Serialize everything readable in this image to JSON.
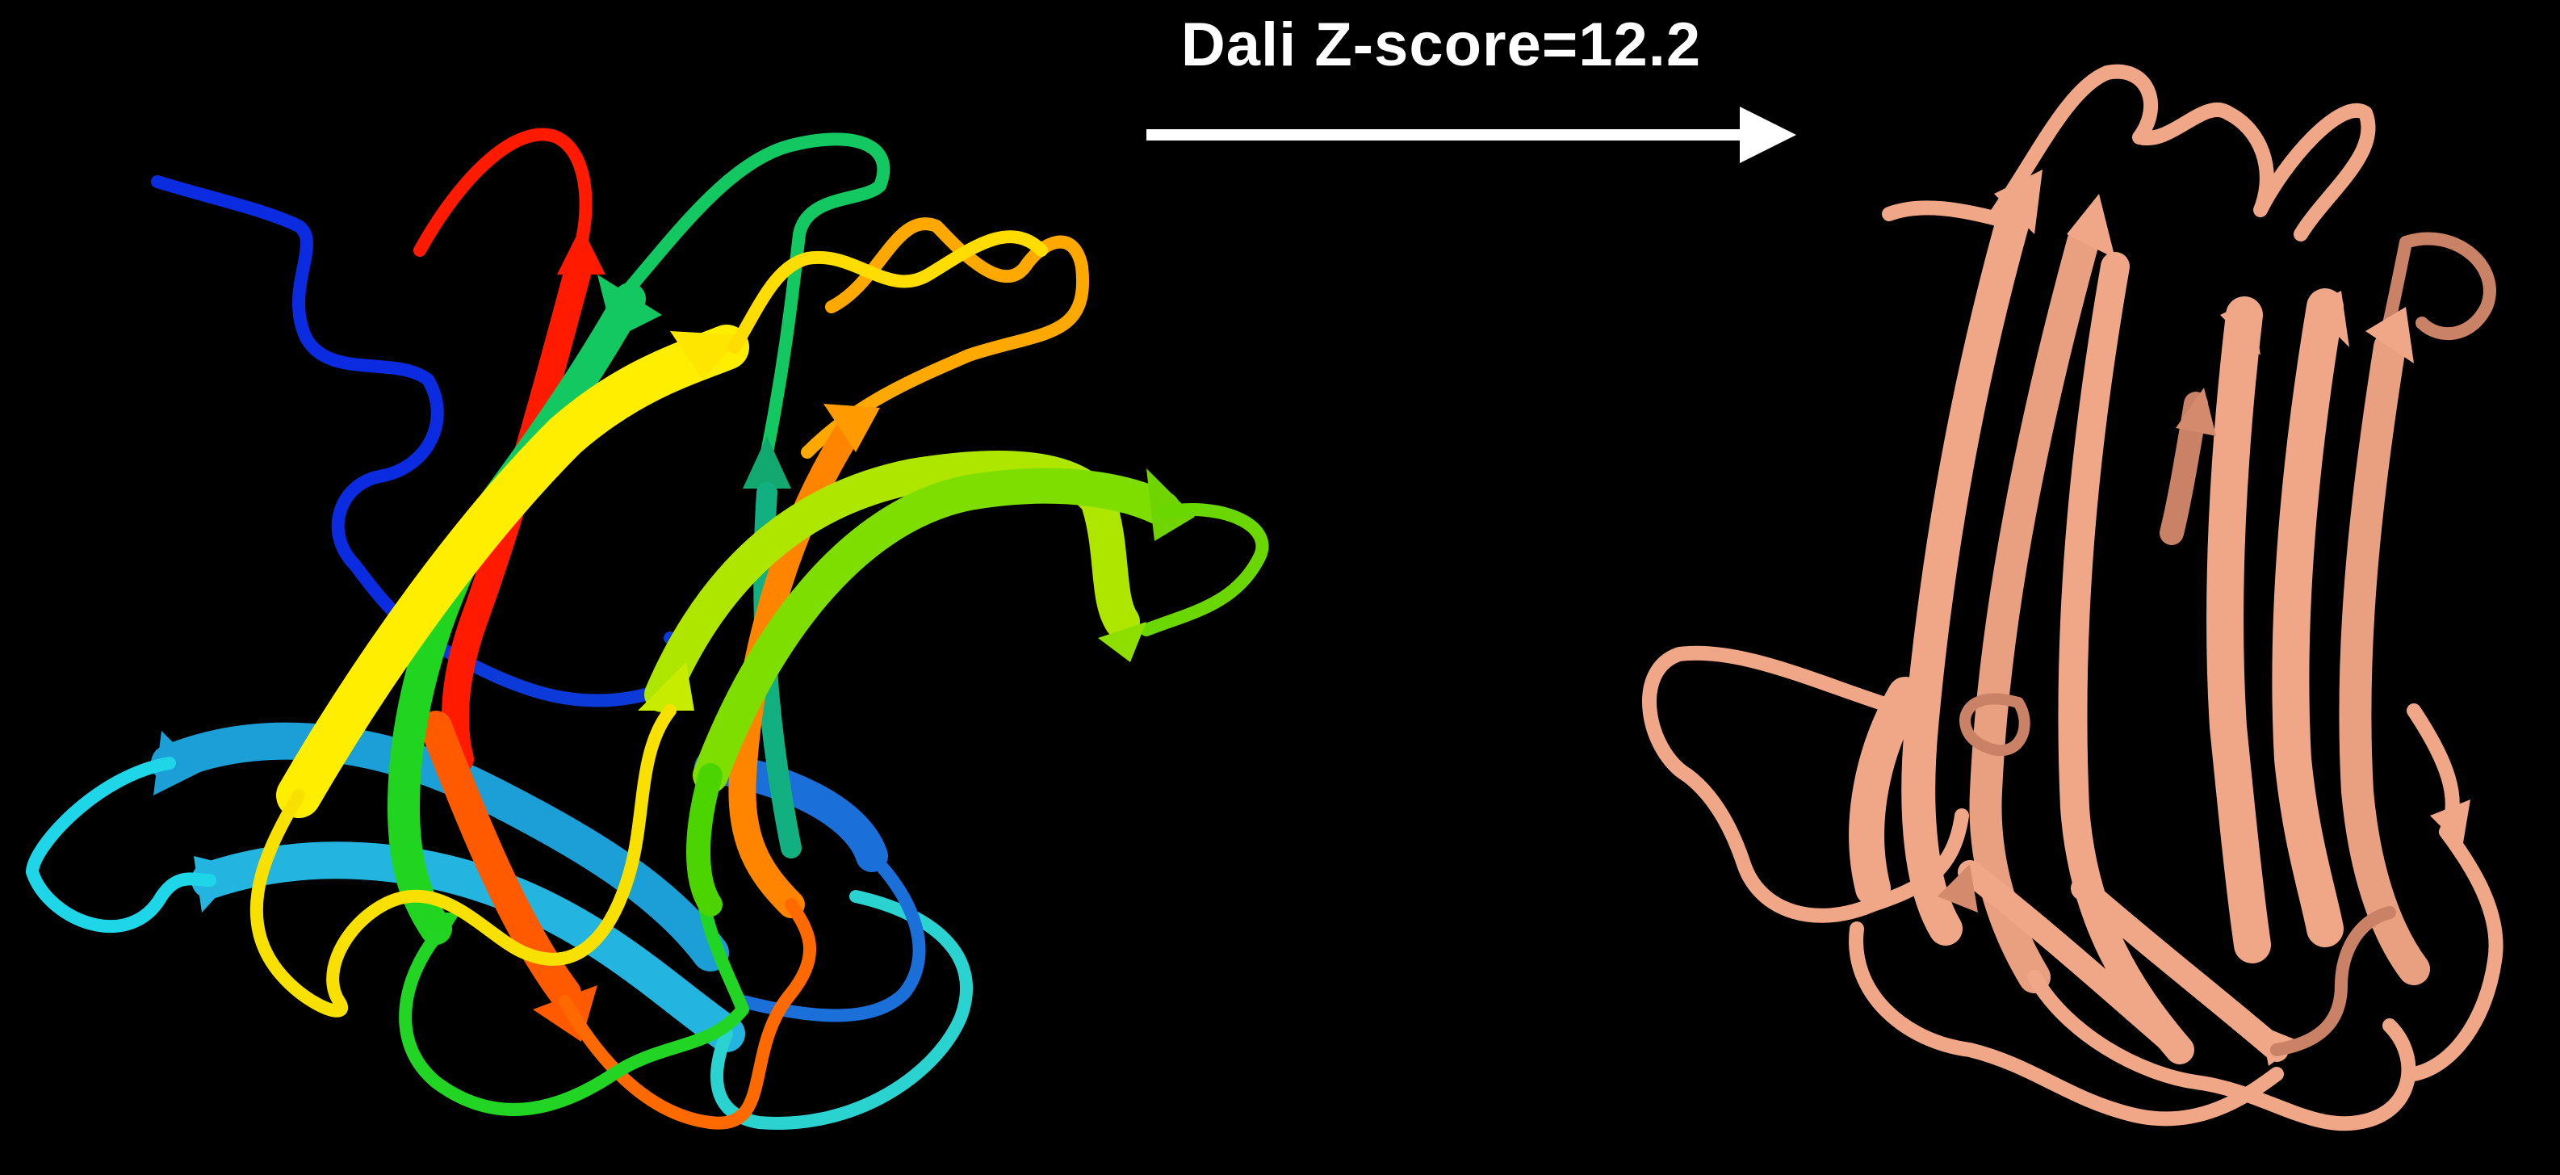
{
  "annotation": {
    "label": "Dali Z-score=12.2",
    "arrow_color": "#ffffff"
  },
  "left_structure": {
    "coloring": "rainbow",
    "colors": [
      "#0010ff",
      "#0b3ad8",
      "#1c7fd6",
      "#23b5e0",
      "#1fd6d6",
      "#12c47a",
      "#20d420",
      "#8de000",
      "#ffee00",
      "#ffae00",
      "#ff6a00",
      "#ff1a00"
    ]
  },
  "right_structure": {
    "coloring": "uniform",
    "color": "#f0a787",
    "shade_color": "#c97f62"
  },
  "background": "#000000"
}
